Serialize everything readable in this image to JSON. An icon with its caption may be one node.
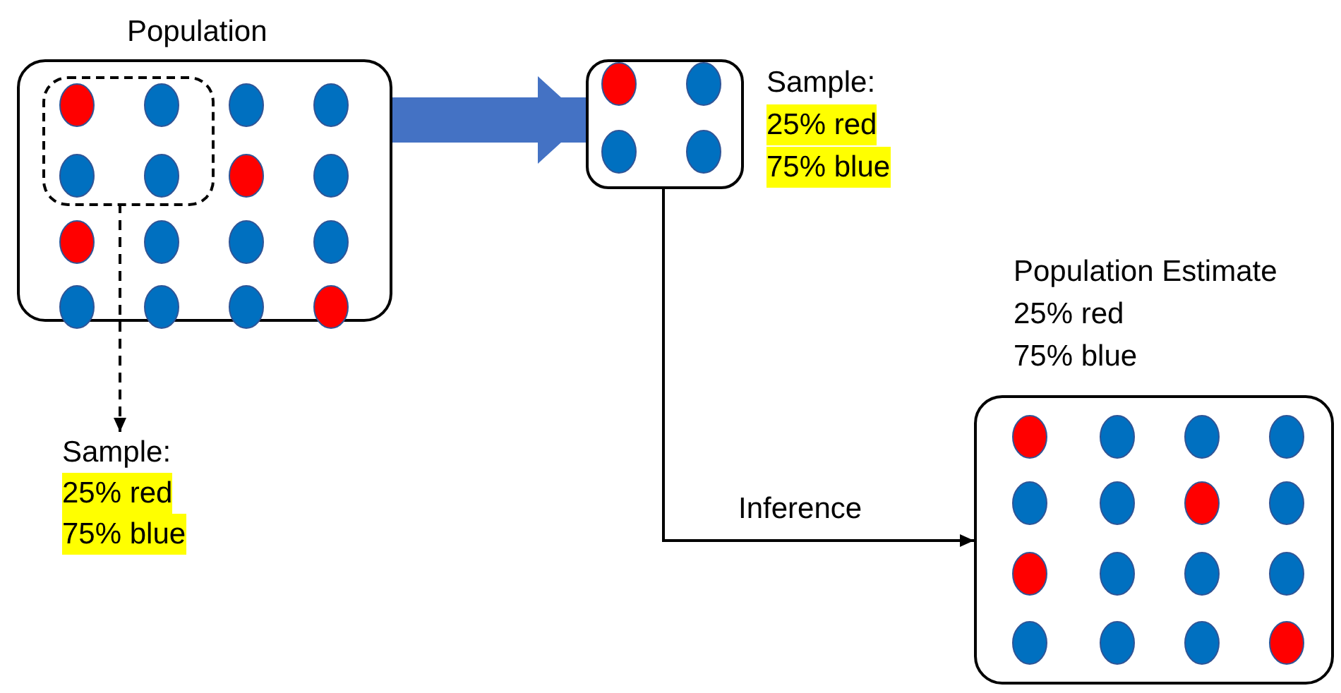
{
  "diagram": {
    "nodes": [
      {
        "text": [
          "Population"
        ]
      },
      {
        "text": [],
        "shape": "box",
        "in": 0
      },
      {
        "text": [
          "Sample:",
          "25% red",
          "75% blue"
        ]
      },
      {
        "text": [
          "Sample:",
          "25% red",
          "75% blue"
        ]
      },
      {
        "text": [
          "Population Estimate",
          "25% red",
          "75% blue"
        ]
      }
    ],
    "edges": [
      {
        "from": 0,
        "to": 3,
        "arrow": "to",
        "style": "thick",
        "color": "#4472c4"
      },
      {
        "from": 1,
        "to": 2,
        "arrow": "to",
        "style": "dashed"
      },
      {
        "from": 3,
        "to": 4,
        "arrow": "to",
        "label": "Inference"
      }
    ]
  }
}
